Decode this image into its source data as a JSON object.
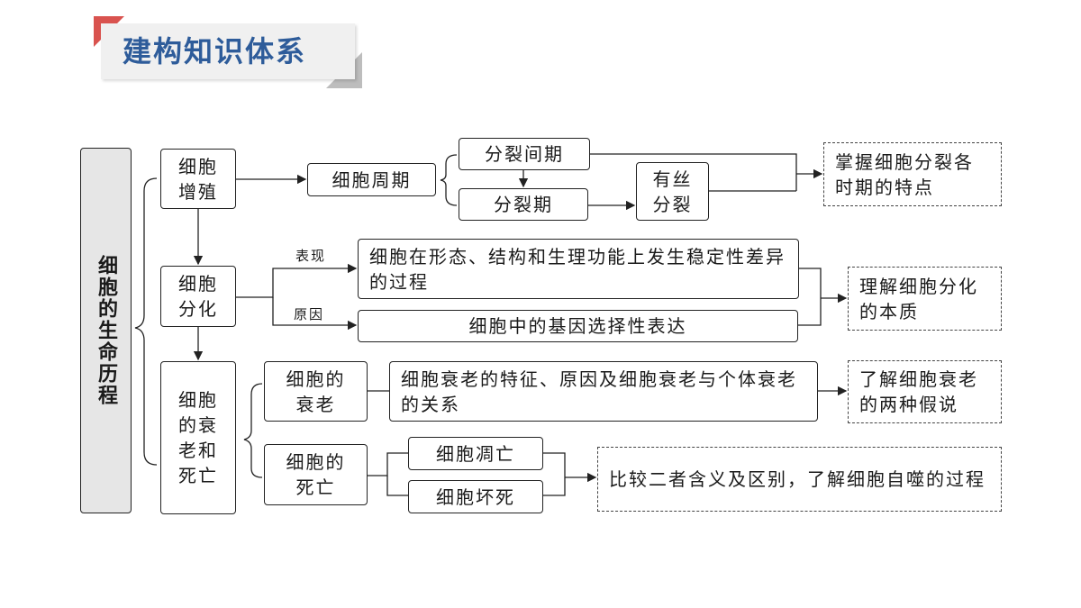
{
  "title": "建构知识体系",
  "root": "细胞的生命历程",
  "boxes": {
    "proliferation": "细胞增殖",
    "cell_cycle": "细胞周期",
    "interphase": "分裂间期",
    "mitotic_phase": "分裂期",
    "mitosis": "有丝分裂",
    "goal_proliferation": "掌握细胞分裂各时期的特点",
    "differentiation": "细胞分化",
    "manifestation_label": "表现",
    "cause_label": "原因",
    "manifestation": "细胞在形态、结构和生理功能上发生稳定性差异的过程",
    "cause": "细胞中的基因选择性表达",
    "goal_differentiation": "理解细胞分化的本质",
    "aging_death": "细胞的衰老和死亡",
    "aging": "细胞的衰老",
    "aging_detail": "细胞衰老的特征、原因及细胞衰老与个体衰老的关系",
    "goal_aging": "了解细胞衰老的两种假说",
    "death": "细胞的死亡",
    "apoptosis": "细胞凋亡",
    "necrosis": "细胞坏死",
    "goal_death": "比较二者含义及区别，了解细胞自噬的过程"
  }
}
